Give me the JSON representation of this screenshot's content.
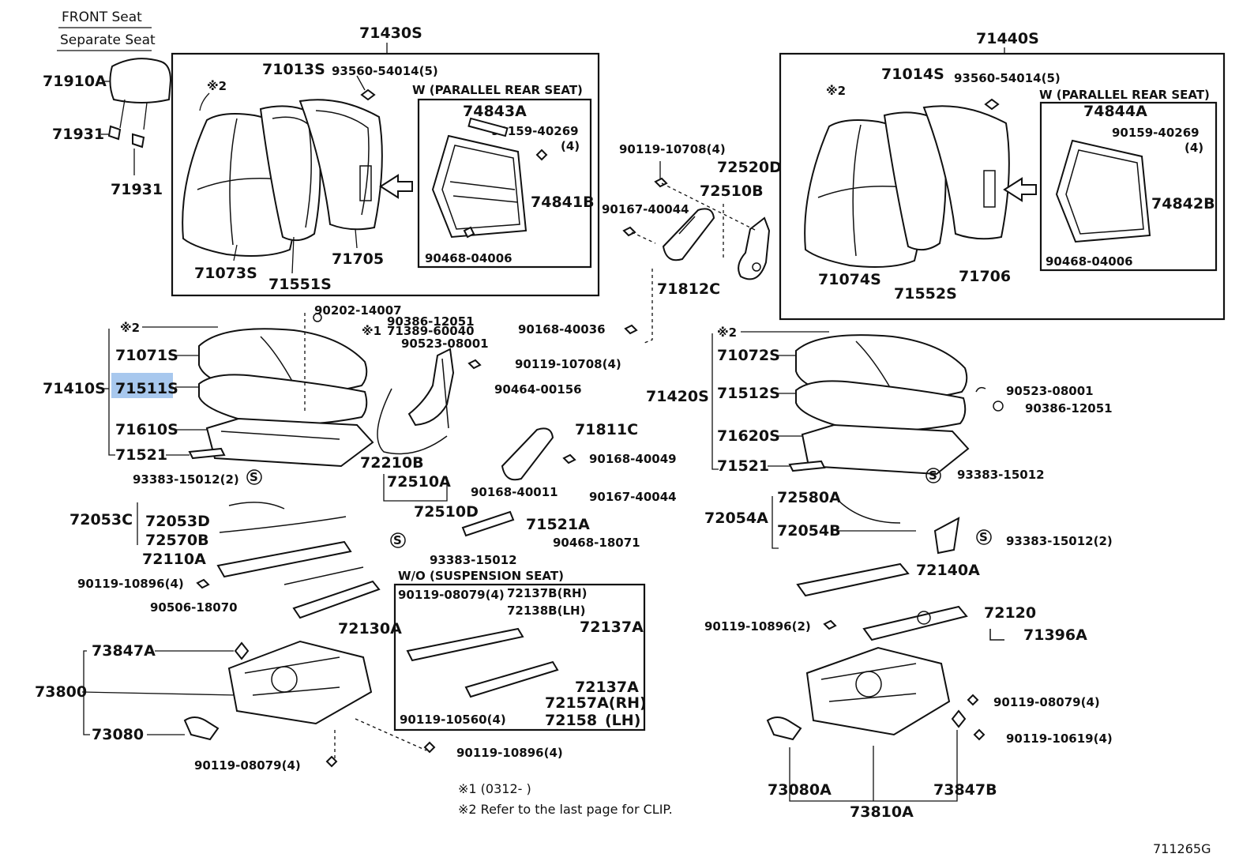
{
  "header": {
    "front_seat": "FRONT Seat",
    "separate_seat": "Separate Seat"
  },
  "parts": {
    "p71430S": "71430S",
    "p71440S": "71440S",
    "p71910A": "71910A",
    "p71931a": "71931",
    "p71931b": "71931",
    "p71013S": "71013S",
    "p93560a": "93560-54014(5)",
    "p_note2a": "※2",
    "p_wpar_l": "W (PARALLEL REAR SEAT)",
    "p74843A": "74843A",
    "p90159a": "90159-40269",
    "p90159a_q": "(4)",
    "p74841B": "74841B",
    "p90468a": "90468-04006",
    "p71073S": "71073S",
    "p71551S": "71551S",
    "p71705": "71705",
    "p90119_10708a": "90119-10708(4)",
    "p72520D": "72520D",
    "p72510B": "72510B",
    "p90167a": "90167-40044",
    "p71812C": "71812C",
    "p90168_40036": "90168-40036",
    "p71014S": "71014S",
    "p93560b": "93560-54014(5)",
    "p_note2b": "※2",
    "p_wpar_r": "W (PARALLEL REAR SEAT)",
    "p74844A": "74844A",
    "p90159b": "90159-40269",
    "p90159b_q": "(4)",
    "p74842B": "74842B",
    "p90468b": "90468-04006",
    "p71074S": "71074S",
    "p71552S": "71552S",
    "p71706": "71706",
    "p_note2c": "※2",
    "p71071S": "71071S",
    "p71410S": "71410S",
    "p71511S": "71511S",
    "p71610S": "71610S",
    "p71521a": "71521",
    "p90202": "90202-14007",
    "p90386a": "90386-12051",
    "p_note1": "※1",
    "p71389": "71389-60040",
    "p90523a": "90523-08001",
    "p90119_10708b": "90119-10708(4)",
    "p90464": "90464-00156",
    "p71811C": "71811C",
    "p72210B": "72210B",
    "p90168_40049": "90168-40049",
    "p72510A": "72510A",
    "p90168_40011": "90168-40011",
    "p90167b": "90167-40044",
    "p72510D": "72510D",
    "p93383a": "93383-15012(2)",
    "p71521A": "71521A",
    "p90468_18071": "90468-18071",
    "p72053C": "72053C",
    "p72053D": "72053D",
    "p72570B": "72570B",
    "p72110A": "72110A",
    "p93383b": "93383-15012",
    "p90119_10896a": "90119-10896(4)",
    "p90506": "90506-18070",
    "p72130A": "72130A",
    "p_wosusp": "W/O (SUSPENSION SEAT)",
    "p90119_08079a": "90119-08079(4)",
    "p72137B": "72137B(RH)",
    "p72138B": "72138B(LH)",
    "p72137Aa": "72137A",
    "p72137Ab": "72137A",
    "p72157A": "72157A(RH)",
    "p72158": "72158",
    "p72158_lh": "(LH)",
    "p90119_10560": "90119-10560(4)",
    "p73847A": "73847A",
    "p73800": "73800",
    "p73080": "73080",
    "p90119_08079b": "90119-08079(4)",
    "p90119_10896b": "90119-10896(4)",
    "p_note2d": "※2",
    "p71072S": "71072S",
    "p71420S": "71420S",
    "p71512S": "71512S",
    "p71620S": "71620S",
    "p71521b": "71521",
    "p90523b": "90523-08001",
    "p90386b": "90386-12051",
    "p93383c": "93383-15012",
    "p72580A": "72580A",
    "p72054A": "72054A",
    "p72054B": "72054B",
    "p93383d": "93383-15012(2)",
    "p72140A": "72140A",
    "p72120": "72120",
    "p90119_10896c": "90119-10896(2)",
    "p71396A": "71396A",
    "p90119_08079c": "90119-08079(4)",
    "p90119_10619": "90119-10619(4)",
    "p73080A": "73080A",
    "p73847B": "73847B",
    "p73810A": "73810A"
  },
  "notes": {
    "note1": "※1 (0312-   )",
    "note2": "※2  Refer to the last page for CLIP.",
    "fig_code": "711265G"
  },
  "selected_part": "71511S",
  "colors": {
    "ink": "#111111",
    "highlight": "#a8c8ee"
  }
}
